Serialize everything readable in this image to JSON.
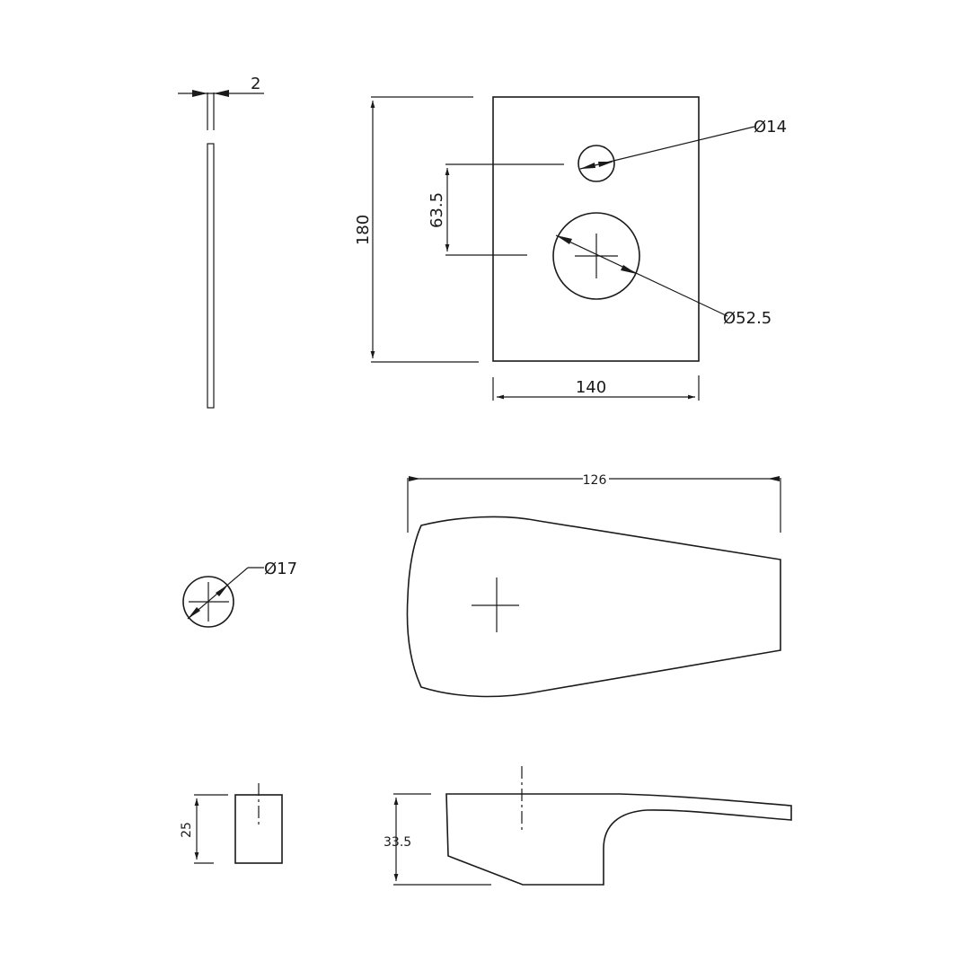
{
  "drawing": {
    "background": "#ffffff",
    "line_color": "#1a1a1a",
    "views": {
      "plate_side": {
        "thickness_label": "2"
      },
      "plate_front": {
        "height_label": "180",
        "width_label": "140",
        "hole_spacing_label": "63.5",
        "small_hole_label": "Ø14",
        "large_hole_label": "Ø52.5"
      },
      "handle_end": {
        "diameter_label": "Ø17"
      },
      "handle_top": {
        "length_label": "126"
      },
      "handle_front_small": {
        "height_label": "25"
      },
      "handle_side": {
        "height_label": "33.5"
      }
    }
  }
}
